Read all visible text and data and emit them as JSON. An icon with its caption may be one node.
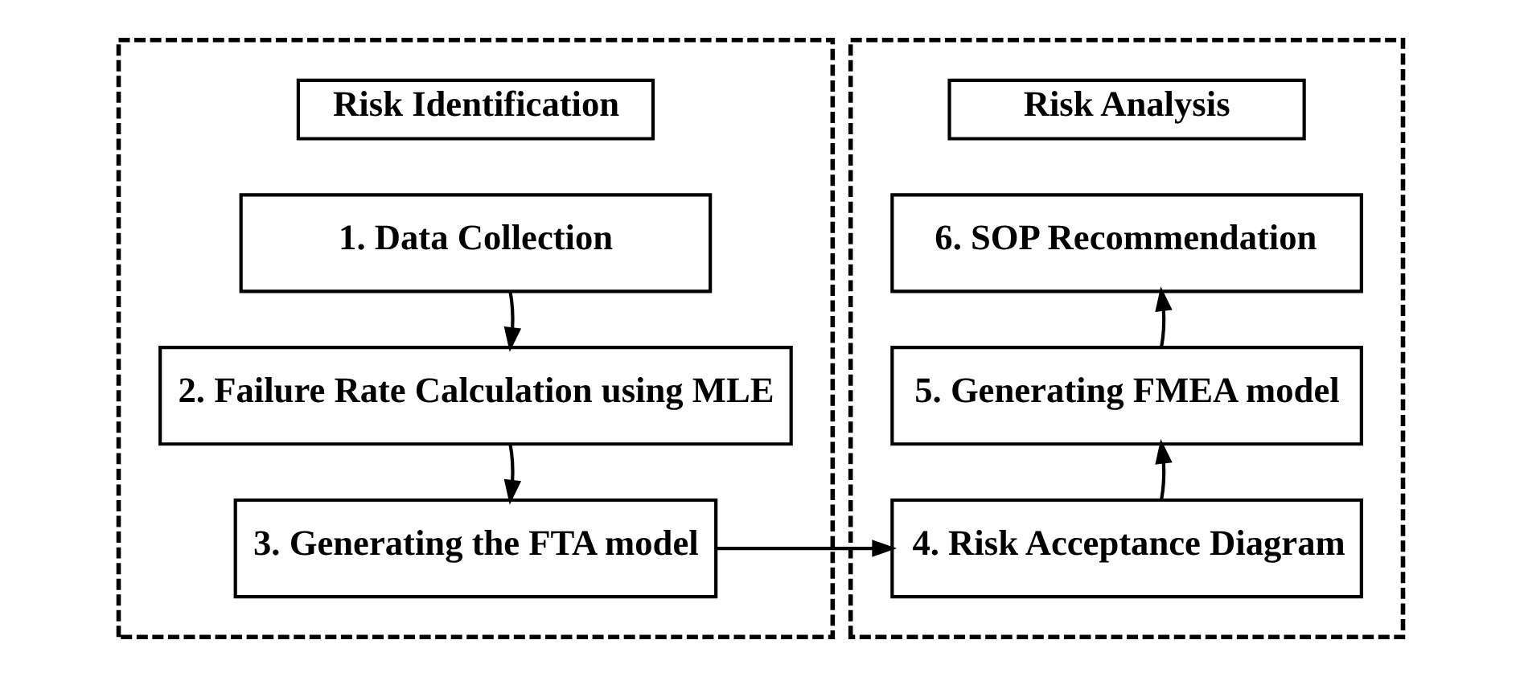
{
  "diagram": {
    "nodes": [
      {
        "text": [],
        "shape": "box"
      },
      {
        "text": [
          "Risk Identification"
        ],
        "in": 0
      },
      {
        "text": [
          "1. Data Collection"
        ],
        "in": 0
      },
      {
        "text": [
          "2. Failure Rate Calculation using MLE"
        ],
        "in": 0
      },
      {
        "text": [
          "3. Generating the FTA model"
        ],
        "in": 0
      },
      {
        "text": [],
        "shape": "box"
      },
      {
        "text": [
          "Risk Analysis"
        ],
        "in": 5
      },
      {
        "text": [
          "4. Risk Acceptance Diagram"
        ],
        "in": 5
      },
      {
        "text": [
          "5. Generating FMEA model"
        ],
        "in": 5
      },
      {
        "text": [
          "6. SOP Recommendation"
        ],
        "in": 5
      }
    ],
    "edges": [
      {
        "from": 2,
        "to": 3,
        "arrow": "to"
      },
      {
        "from": 3,
        "to": 4,
        "arrow": "to"
      },
      {
        "from": 4,
        "to": 7,
        "arrow": "to"
      },
      {
        "from": 7,
        "to": 8,
        "arrow": "to"
      },
      {
        "from": 8,
        "to": 9,
        "arrow": "to"
      }
    ]
  }
}
